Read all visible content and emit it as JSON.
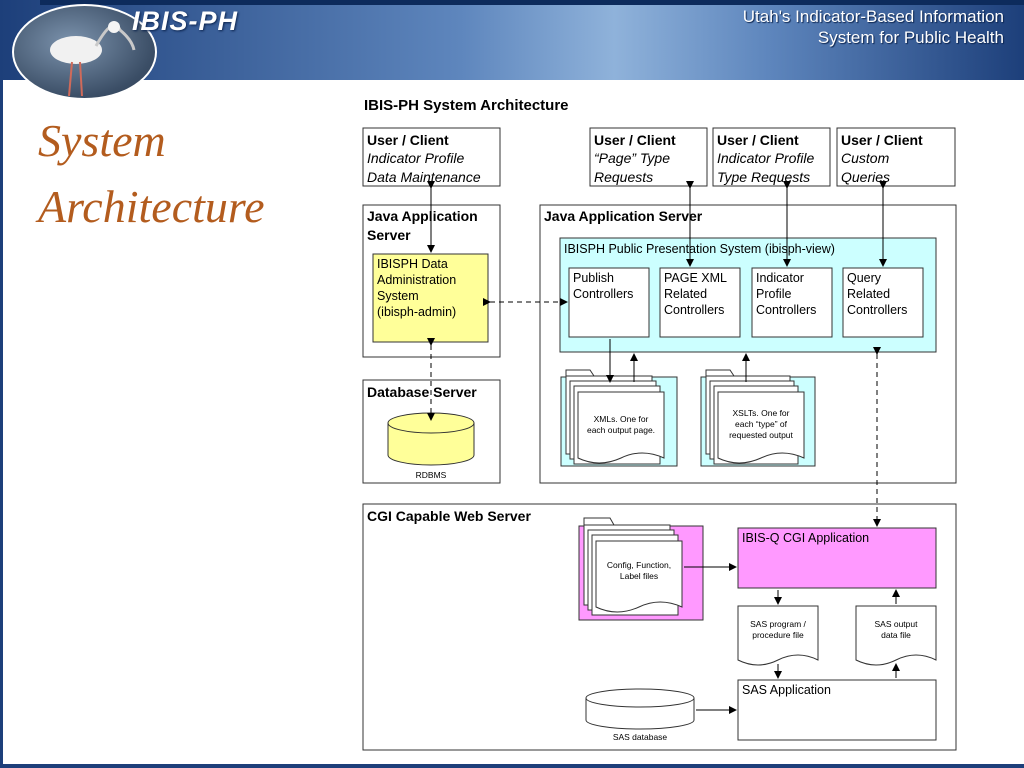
{
  "header": {
    "logo": "IBIS-PH",
    "tagline_line1": "Utah's Indicator-Based Information",
    "tagline_line2": "System for Public Health"
  },
  "slide": {
    "title_line1": "System",
    "title_line2": "Architecture"
  },
  "diagram": {
    "title": "IBIS-PH System Architecture",
    "clients": [
      {
        "title": "User / Client",
        "line1": "Indicator Profile",
        "line2": "Data Maintenance"
      },
      {
        "title": "User / Client",
        "line1": "“Page” Type",
        "line2": "Requests"
      },
      {
        "title": "User / Client",
        "line1": "Indicator Profile",
        "line2": "Type Requests"
      },
      {
        "title": "User / Client",
        "line1": "Custom",
        "line2": "Queries"
      }
    ],
    "java_server_left": {
      "line1": "Java Application",
      "line2": "Server"
    },
    "admin_system": {
      "line1": "IBISPH Data",
      "line2": "Administration",
      "line3": "System",
      "line4": "(ibisph-admin)"
    },
    "java_server_right": "Java Application Server",
    "presentation_system": "IBISPH Public Presentation System (ibisph-view)",
    "controllers": [
      {
        "line1": "Publish",
        "line2": "Controllers",
        "line3": ""
      },
      {
        "line1": "PAGE XML",
        "line2": "Related",
        "line3": "Controllers"
      },
      {
        "line1": "Indicator",
        "line2": "Profile",
        "line3": "Controllers"
      },
      {
        "line1": "Query",
        "line2": "Related",
        "line3": "Controllers"
      }
    ],
    "xml_docs": {
      "line1": "XMLs.  One for",
      "line2": "each output page."
    },
    "xslt_docs": {
      "line1": "XSLTs.  One for",
      "line2": "each “type” of",
      "line3": "requested output"
    },
    "database_server": "Database Server",
    "rdbms": "RDBMS",
    "cgi_server": "CGI Capable Web Server",
    "config_files": {
      "line1": "Config, Function,",
      "line2": "Label files"
    },
    "ibisq_app": "IBIS-Q CGI Application",
    "sas_program": {
      "line1": "SAS program /",
      "line2": "procedure file"
    },
    "sas_output": {
      "line1": "SAS output",
      "line2": "data file"
    },
    "sas_app": "SAS Application",
    "sas_database": "SAS database"
  },
  "colors": {
    "yellow_fill": "#ffff99",
    "cyan_fill": "#ccffff",
    "pink_fill": "#ff99ff",
    "title_orange": "#b35c1e"
  }
}
